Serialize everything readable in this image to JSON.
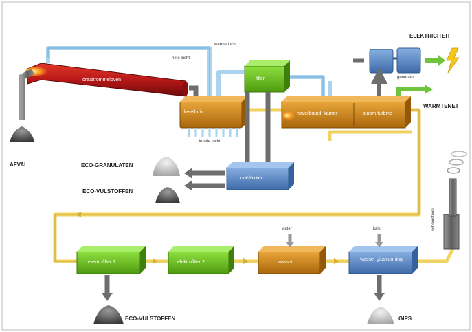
{
  "labels": {
    "afval": "AFVAL",
    "eco_granulaten": "ECO-GRANULATEN",
    "eco_vulstoffen_top": "ECO-VULSTOFFEN",
    "eco_vulstoffen_bottom": "ECO-VULSTOFFEN",
    "elektriciteit": "ELEKTRICITEIT",
    "warmtenet": "WARMTENET",
    "gips": "GIPS"
  },
  "boxes": {
    "draaitrommeloven": "draaitrommeloven",
    "naverbrandingskamer": "naverbrand. kamer",
    "ketelhuis": "ketelhuis",
    "filter": "filter",
    "ontslakker": "ontslakker",
    "bestanddeel1": "elektrofilter 1",
    "bestanddeel2": "elektrofilter 2",
    "ketelbak": "wasser",
    "gipsfilter": "wasser gipsvorming",
    "stoomketel": "stoom-turbine"
  },
  "small": {
    "hete_lucht": "hete lucht",
    "warme_lucht": "warme lucht",
    "koude_lucht": "koude lucht",
    "kalk_top": "water",
    "kalk_bottom": "kalk",
    "generator": "generator",
    "schoorsteen": "schoorsteen"
  },
  "colors": {
    "kiln": "#b81818",
    "orange_box": "#d08a14",
    "green_box": "#6cc21e",
    "blue_box": "#5a86c4",
    "pipe_yellow": "#f0d260",
    "pipe_blue": "#a9d3ef",
    "arrow_grey": "#6e6e6e",
    "arrow_green": "#6ec43c",
    "lightning": "#f6c515"
  }
}
